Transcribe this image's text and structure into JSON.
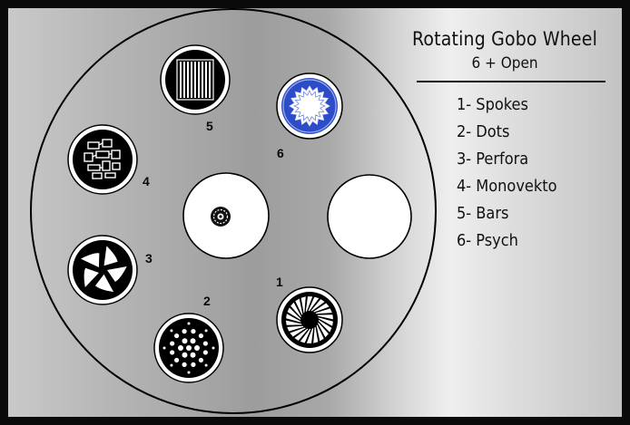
{
  "legend": {
    "title": "Rotating Gobo Wheel",
    "subtitle": "6 + Open",
    "items": [
      "1- Spokes",
      "2- Dots",
      "3- Perfora",
      "4- Monovekto",
      "5- Bars",
      "6- Psych"
    ]
  },
  "wheel": {
    "slot_numbers": [
      "1",
      "2",
      "3",
      "4",
      "5",
      "6"
    ],
    "slots": [
      {
        "number": "1",
        "pattern": "spokes",
        "color": "#000000"
      },
      {
        "number": "2",
        "pattern": "dots",
        "color": "#000000"
      },
      {
        "number": "3",
        "pattern": "perfora",
        "color": "#000000"
      },
      {
        "number": "4",
        "pattern": "monovekto",
        "color": "#000000"
      },
      {
        "number": "5",
        "pattern": "bars",
        "color": "#000000"
      },
      {
        "number": "6",
        "pattern": "psych",
        "color": "#2f4fcf"
      },
      {
        "number": "",
        "pattern": "open",
        "color": "#ffffff"
      }
    ]
  }
}
